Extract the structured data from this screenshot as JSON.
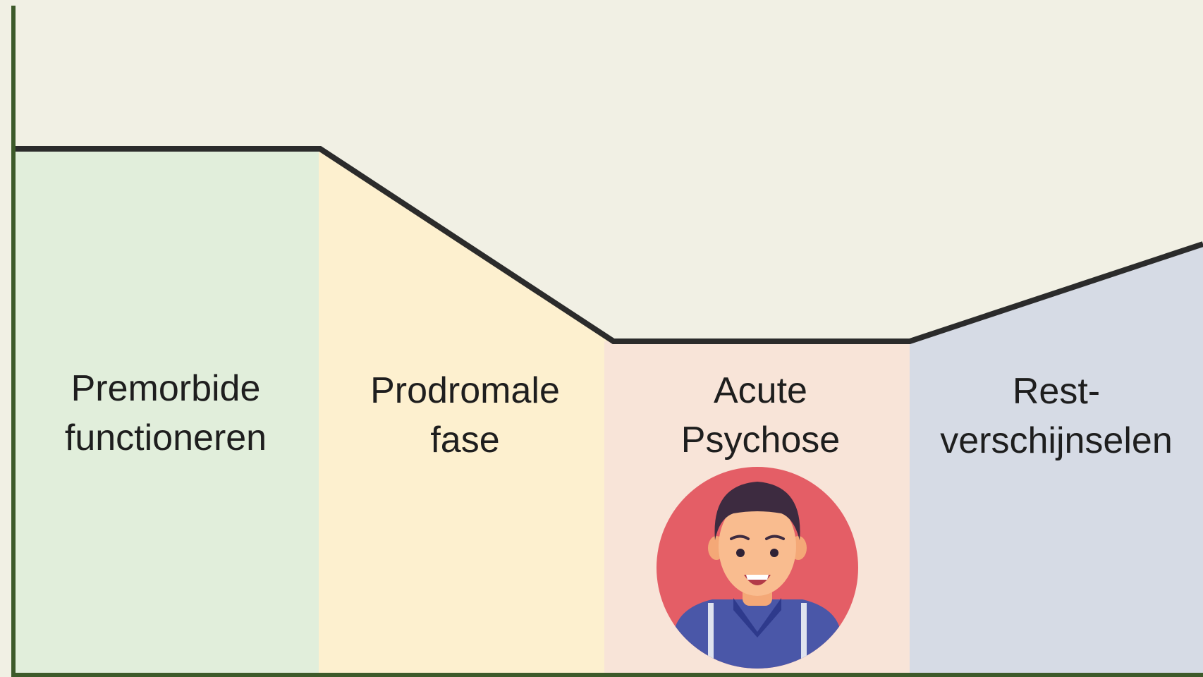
{
  "colors": {
    "background": "#f1f0e4",
    "premorbid_fill": "#e1eedb",
    "prodromal_fill": "#fdf0cf",
    "acute_fill": "#f8e4d8",
    "residual_fill": "#d6dbe5",
    "curve": "#2b2b2b",
    "axis": "#3d5a2a"
  },
  "phases": [
    {
      "id": "premorbid",
      "line1": "Premorbide",
      "line2": "functioneren"
    },
    {
      "id": "prodromal",
      "line1": "Prodromale",
      "line2": "fase"
    },
    {
      "id": "acute",
      "line1": "Acute",
      "line2": "Psychose",
      "illustration": "person-avatar-icon"
    },
    {
      "id": "residual",
      "line1": "Rest-",
      "line2": "verschijnselen"
    }
  ]
}
